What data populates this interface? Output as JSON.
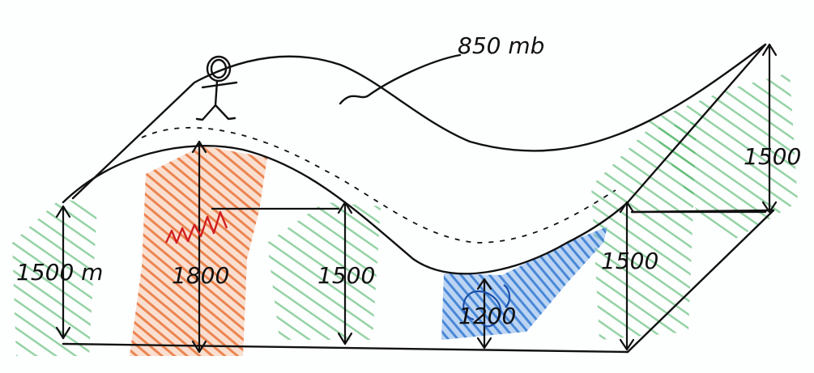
{
  "surface_label": "850 mb",
  "heights": {
    "left_front": "1500 m",
    "ridge": "1800",
    "mid_front": "1500",
    "trough": "1200",
    "right_front": "1500",
    "right_back": "1500"
  },
  "colors": {
    "ridge_fill": "#e8743a",
    "trough_fill": "#3b7fd4",
    "level_fill": "#3fae5a",
    "ink": "#111111",
    "warm_mark": "#d21f1f"
  }
}
